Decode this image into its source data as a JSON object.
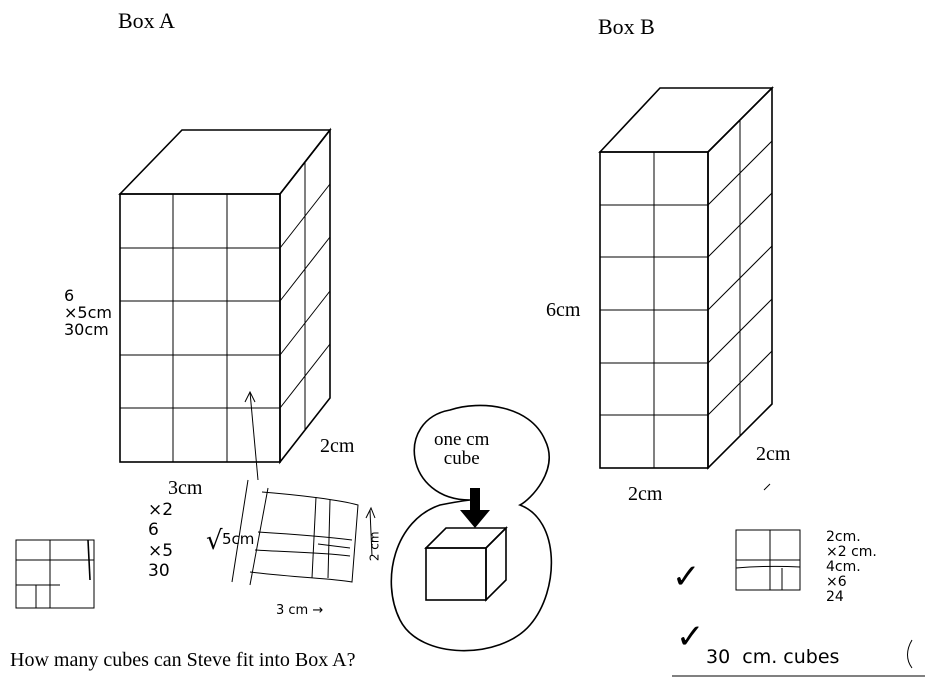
{
  "boxA": {
    "title": "Box A",
    "height_note": "6\n×5cm\n30cm",
    "depth": "2cm",
    "width": "3cm",
    "work": "×2\n6\n×5\n30",
    "sketch_h": "5cm",
    "sketch_d": "2 cm",
    "sketch_w": "3 cm →"
  },
  "boxB": {
    "title": "Box B",
    "height": "6cm",
    "depth": "2cm",
    "width": "2cm",
    "work": "2cm.\n×2 cm.\n4cm.\n×6\n24",
    "answer": "30  cm. cubes"
  },
  "cube": {
    "label": "one cm\ncube"
  },
  "question": "How many cubes can Steve fit into Box A?",
  "checks": [
    "✓",
    "✓",
    "√"
  ]
}
